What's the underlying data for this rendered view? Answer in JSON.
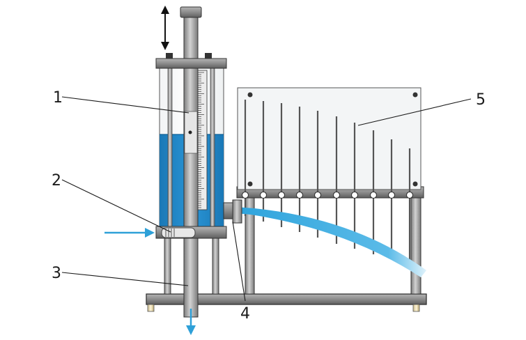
{
  "labels": {
    "l1": "1",
    "l2": "2",
    "l3": "3",
    "l4": "4",
    "l5": "5"
  },
  "colors": {
    "water": "#1f87c9",
    "jet": "#2da3dc",
    "metal": "#9a9a9a",
    "metal_dark": "#5f5f5f",
    "panel": "#f3f5f6",
    "arrow_blue": "#2ea0d8"
  },
  "piezometer_tubes": 10
}
